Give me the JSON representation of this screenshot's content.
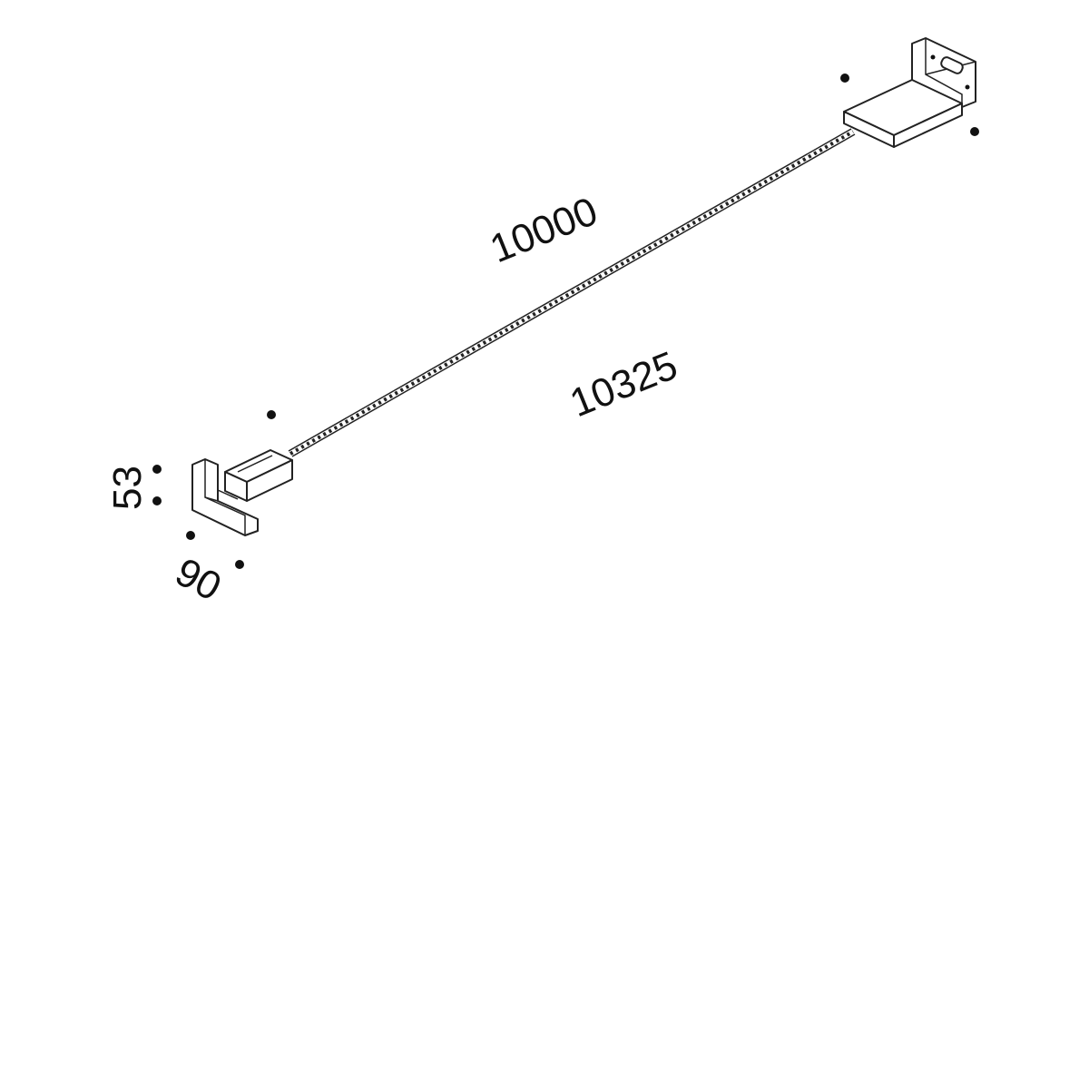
{
  "dimensions": {
    "inner_length": "10000",
    "overall_length": "10325",
    "height": "53",
    "width": "90"
  },
  "colors": {
    "line": "#222222",
    "text": "#111111",
    "background": "#ffffff"
  }
}
